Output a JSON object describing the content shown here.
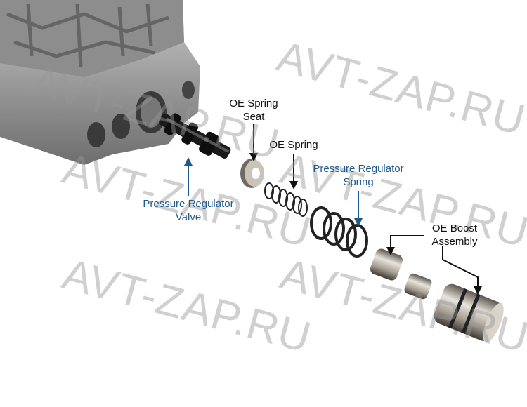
{
  "watermark": "AVT-ZAP.RU",
  "labels": {
    "spring_seat": [
      "OE Spring",
      "Seat"
    ],
    "oe_spring": "OE Spring",
    "pr_spring": [
      "Pressure Regulator",
      "Spring"
    ],
    "pr_valve": [
      "Pressure Regulator",
      "Valve"
    ],
    "boost": [
      "OE Boost",
      "Assembly"
    ]
  },
  "colors": {
    "label_black": "#111111",
    "label_blue": "#1f5a8c"
  }
}
